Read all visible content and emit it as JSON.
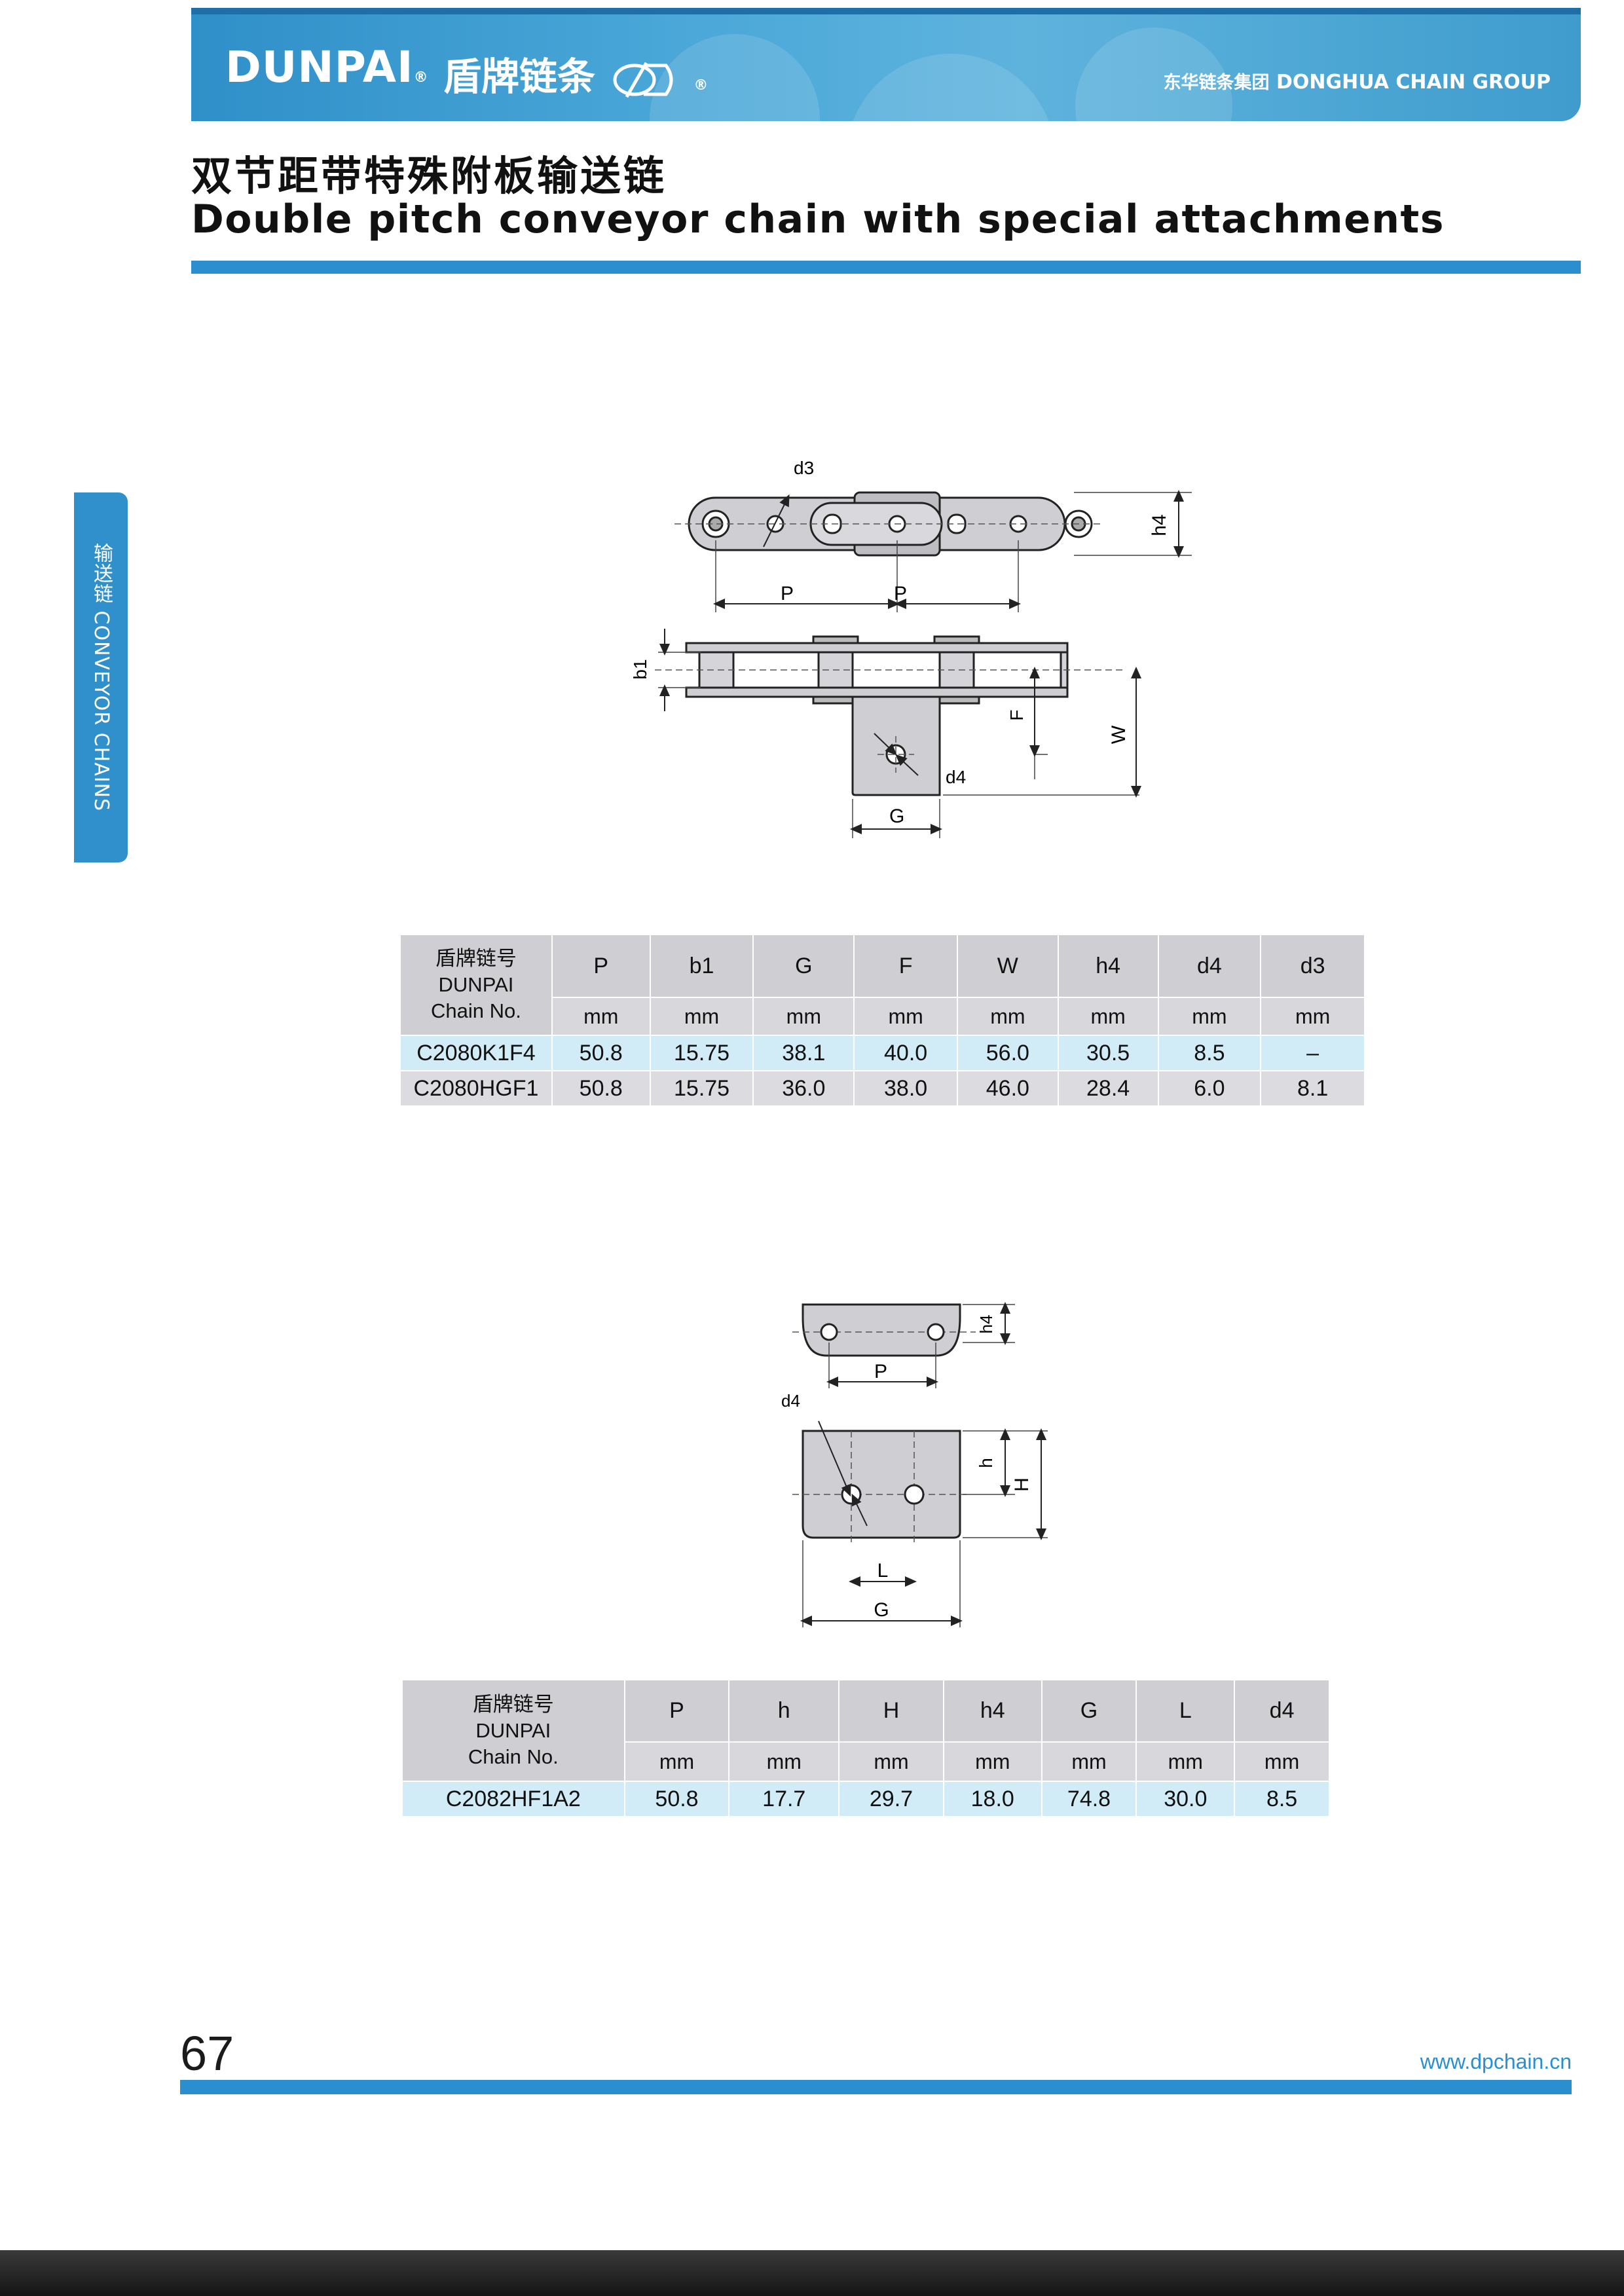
{
  "header": {
    "brand": "DUNPAI",
    "brand_reg": "®",
    "brand_cn": "盾牌链条",
    "group_cn": "东华链条集团",
    "group_en": "DONGHUA CHAIN GROUP",
    "colors": {
      "banner": "#3d9fd3",
      "accent_bar": "#2b8fcf"
    }
  },
  "title": {
    "cn": "双节距带特殊附板输送链",
    "en": "Double pitch conveyor  chain with special attachments"
  },
  "side_tab": {
    "label": "输送链 CONVEYOR CHAINS"
  },
  "diagram1": {
    "labels": {
      "d3": "d3",
      "h4": "h4",
      "p1": "P",
      "p2": "P",
      "b1": "b1",
      "F": "F",
      "W": "W",
      "d4": "d4",
      "G": "G"
    }
  },
  "table1": {
    "name_header": [
      "盾牌链号",
      "DUNPAI",
      "Chain No."
    ],
    "columns": [
      "P",
      "b1",
      "G",
      "F",
      "W",
      "h4",
      "d4",
      "d3"
    ],
    "units": [
      "mm",
      "mm",
      "mm",
      "mm",
      "mm",
      "mm",
      "mm",
      "mm"
    ],
    "rows": [
      {
        "name": "C2080K1F4",
        "values": [
          "50.8",
          "15.75",
          "38.1",
          "40.0",
          "56.0",
          "30.5",
          "8.5",
          "–"
        ]
      },
      {
        "name": "C2080HGF1",
        "values": [
          "50.8",
          "15.75",
          "36.0",
          "38.0",
          "46.0",
          "28.4",
          "6.0",
          "8.1"
        ]
      }
    ]
  },
  "diagram2": {
    "labels": {
      "h4": "h4",
      "P": "P",
      "d4": "d4",
      "h": "h",
      "H": "H",
      "L": "L",
      "G": "G"
    }
  },
  "table2": {
    "name_header": [
      "盾牌链号",
      "DUNPAI",
      "Chain No."
    ],
    "columns": [
      "P",
      "h",
      "H",
      "h4",
      "G",
      "L",
      "d4"
    ],
    "units": [
      "mm",
      "mm",
      "mm",
      "mm",
      "mm",
      "mm",
      "mm"
    ],
    "rows": [
      {
        "name": "C2082HF1A2",
        "values": [
          "50.8",
          "17.7",
          "29.7",
          "18.0",
          "74.8",
          "30.0",
          "8.5"
        ]
      }
    ]
  },
  "footer": {
    "page_number": "67",
    "website": "www.dpchain.cn"
  }
}
